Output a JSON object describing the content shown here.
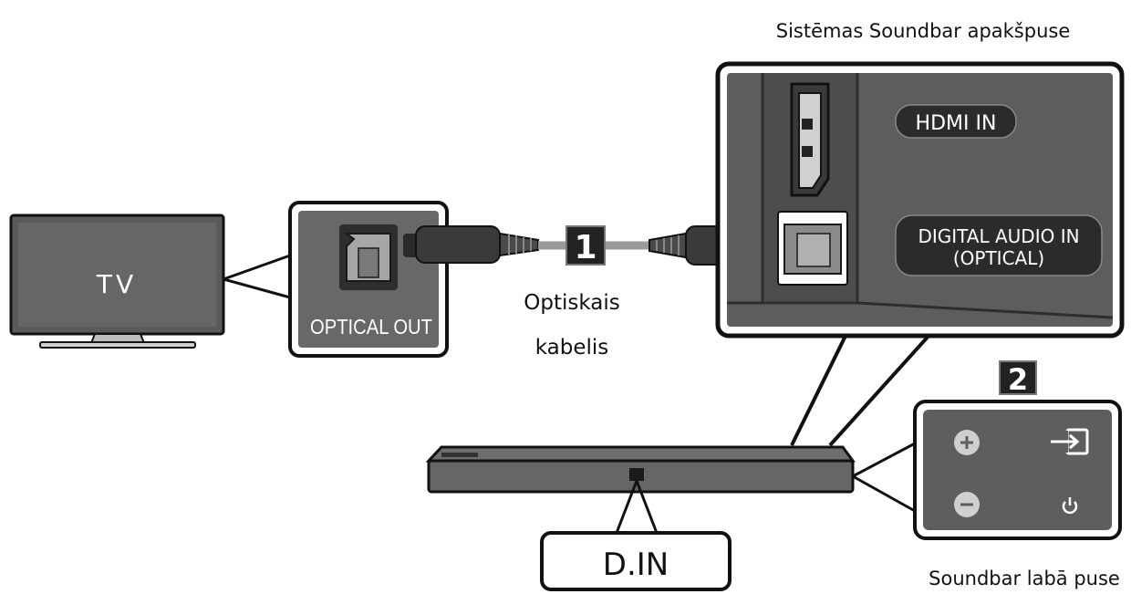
{
  "labels": {
    "soundbar_bottom_title": "Sistēmas Soundbar apakšpuse",
    "tv": "TV",
    "optical_out": "OPTICAL OUT",
    "cable_line1": "Optiskais",
    "cable_line2": "kabelis",
    "step1": "1",
    "step2": "2",
    "hdmi_in": "HDMI IN",
    "digital_audio_line1": "DIGITAL AUDIO IN",
    "digital_audio_line2": "(OPTICAL)",
    "d_in": "D.IN",
    "soundbar_right_title": "Soundbar labā puse"
  },
  "icons": {
    "tv": "tv-icon",
    "optical_port": "optical-port-icon",
    "optical_plug": "optical-plug-icon",
    "hdmi_port": "hdmi-port-icon",
    "soundbar": "soundbar-icon",
    "volume_up": "plus-icon",
    "volume_down": "minus-icon",
    "source": "source-input-icon",
    "power": "power-icon"
  },
  "colors": {
    "outline": "#1a1a1a",
    "panel_fill": "#595959",
    "badge_fill": "#2b2b2b",
    "label_text": "#ffffff"
  }
}
